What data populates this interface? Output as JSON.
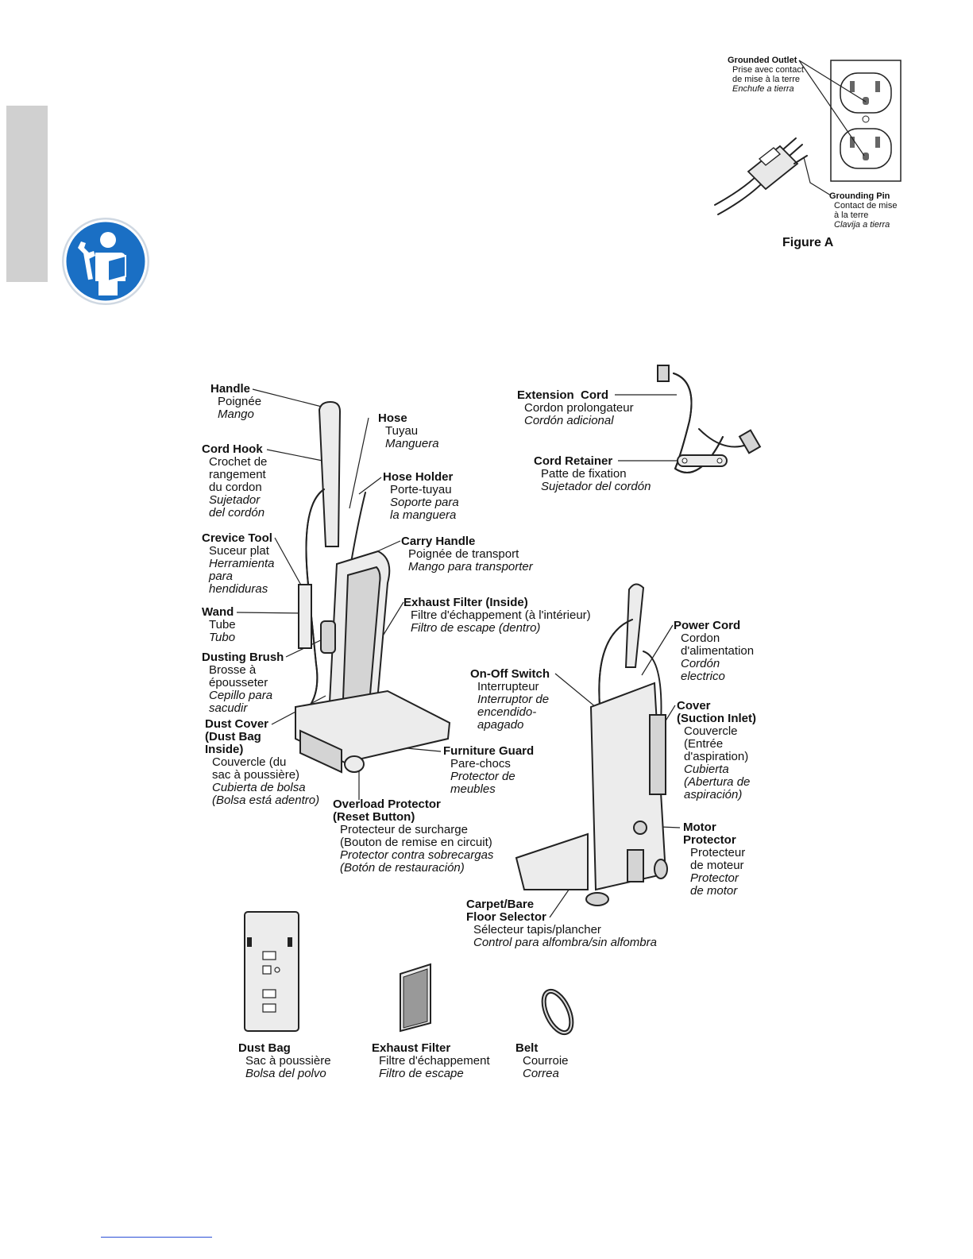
{
  "outlet": {
    "grounded_outlet": {
      "title": "Grounded Outlet",
      "fr": [
        "Prise avec contact",
        "de mise à la terre"
      ],
      "es": "Enchufe a tierra"
    },
    "grounding_pin": {
      "title": "Grounding Pin",
      "fr": [
        "Contact de mise",
        "à la terre"
      ],
      "es": "Clavija a tierra"
    },
    "figure_caption": "Figure A"
  },
  "icon": {
    "name": "read-manual-icon",
    "color": "#1a6fc4"
  },
  "parts": {
    "handle": {
      "title": "Handle",
      "fr": "Poignée",
      "es": "Mango"
    },
    "hose": {
      "title": "Hose",
      "fr": "Tuyau",
      "es": "Manguera"
    },
    "cord_hook": {
      "title": "Cord Hook",
      "fr": [
        "Crochet de",
        "rangement",
        "du cordon"
      ],
      "es": [
        "Sujetador",
        "del cordón"
      ]
    },
    "hose_holder": {
      "title": "Hose Holder",
      "fr": "Porte-tuyau",
      "es": [
        "Soporte para",
        "la manguera"
      ]
    },
    "crevice_tool": {
      "title": "Crevice Tool",
      "fr": "Suceur plat",
      "es": [
        "Herramienta",
        "para",
        "hendiduras"
      ]
    },
    "carry_handle": {
      "title": "Carry Handle",
      "fr": "Poignée de transport",
      "es": "Mango para transporter"
    },
    "exhaust_filter_inside": {
      "title": "Exhaust Filter (Inside)",
      "fr": "Filtre d'échappement (à l'intérieur)",
      "es": "Filtro de escape (dentro)"
    },
    "wand": {
      "title": "Wand",
      "fr": "Tube",
      "es": "Tubo"
    },
    "dusting_brush": {
      "title": "Dusting Brush",
      "fr": [
        "Brosse à",
        "épousseter"
      ],
      "es": [
        "Cepillo para",
        "sacudir"
      ]
    },
    "dust_cover": {
      "title": [
        "Dust Cover",
        "(Dust Bag",
        "Inside)"
      ],
      "fr": [
        "Couvercle (du",
        "sac à poussière)"
      ],
      "es": [
        "Cubierta de bolsa",
        "(Bolsa está adentro)"
      ]
    },
    "furniture_guard": {
      "title": "Furniture Guard",
      "fr": "Pare-chocs",
      "es": [
        "Protector de",
        "meubles"
      ]
    },
    "overload_protector": {
      "title": [
        "Overload Protector",
        "(Reset Button)"
      ],
      "fr": [
        "Protecteur de surcharge",
        "(Bouton de remise en circuit)"
      ],
      "es": [
        "Protector contra sobrecargas",
        "(Botón de restauración)"
      ]
    },
    "extension_cord": {
      "title": "Extension  Cord",
      "fr": "Cordon prolongateur",
      "es": "Cordón adicional"
    },
    "cord_retainer": {
      "title": "Cord Retainer",
      "fr": "Patte de fixation",
      "es": "Sujetador del cordón"
    },
    "power_cord": {
      "title": "Power Cord",
      "fr": [
        "Cordon",
        "d'alimentation"
      ],
      "es": [
        "Cordón",
        "electrico"
      ]
    },
    "on_off_switch": {
      "title": "On-Off Switch",
      "fr": "Interrupteur",
      "es": [
        "Interruptor de",
        "encendido-",
        "apagado"
      ]
    },
    "cover_suction": {
      "title": [
        "Cover",
        "(Suction Inlet)"
      ],
      "fr": [
        "Couvercle",
        "(Entrée",
        "d'aspiration)"
      ],
      "es": [
        "Cubierta",
        "(Abertura de",
        "aspiración)"
      ]
    },
    "motor_protector": {
      "title": [
        "Motor",
        "Protector"
      ],
      "fr": [
        "Protecteur",
        "de moteur"
      ],
      "es": [
        "Protector",
        "de motor"
      ]
    },
    "carpet_selector": {
      "title": [
        "Carpet/Bare",
        "Floor Selector"
      ],
      "fr": "Sélecteur tapis/plancher",
      "es": "Control para alfombra/sin alfombra"
    },
    "dust_bag": {
      "title": "Dust Bag",
      "fr": "Sac à poussière",
      "es": "Bolsa del polvo"
    },
    "exhaust_filter": {
      "title": "Exhaust Filter",
      "fr": "Filtre d'échappement",
      "es": "Filtro de escape"
    },
    "belt": {
      "title": "Belt",
      "fr": "Courroie",
      "es": "Correa"
    }
  }
}
